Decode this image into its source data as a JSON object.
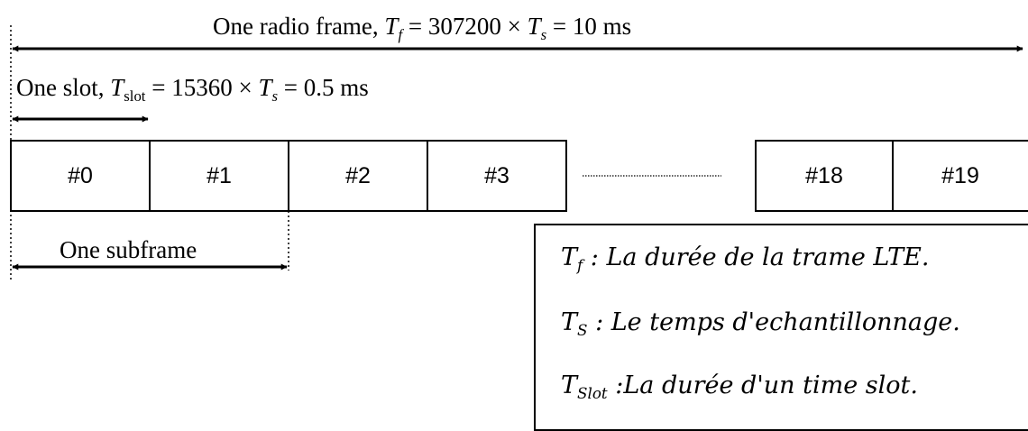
{
  "frame": {
    "prefix": "One radio frame, ",
    "tf_symbol": "T",
    "tf_sub": "f",
    "eq_mid": " = 307200 × ",
    "ts_symbol": "T",
    "ts_sub": "s",
    "eq_end": " = 10 ms"
  },
  "slot": {
    "prefix": "One slot, ",
    "symbol": "T",
    "sub": "slot",
    "eq_mid": " = 15360 × ",
    "ts_symbol": "T",
    "ts_sub": "s",
    "eq_end": " = 0.5 ms"
  },
  "subframe": {
    "label": "One subframe"
  },
  "slots": [
    "#0",
    "#1",
    "#2",
    "#3",
    "#18",
    "#19"
  ],
  "legend": [
    {
      "symbol": "T",
      "sub": "f",
      "sep": " : ",
      "text": "La durée de la trame LTE."
    },
    {
      "symbol": "T",
      "sub": "S",
      "sep": " : ",
      "text": "Le temps d'echantillonnage."
    },
    {
      "symbol": "T",
      "sub": "Slot",
      "sep": " :",
      "text": "La durée d'un time slot."
    }
  ]
}
